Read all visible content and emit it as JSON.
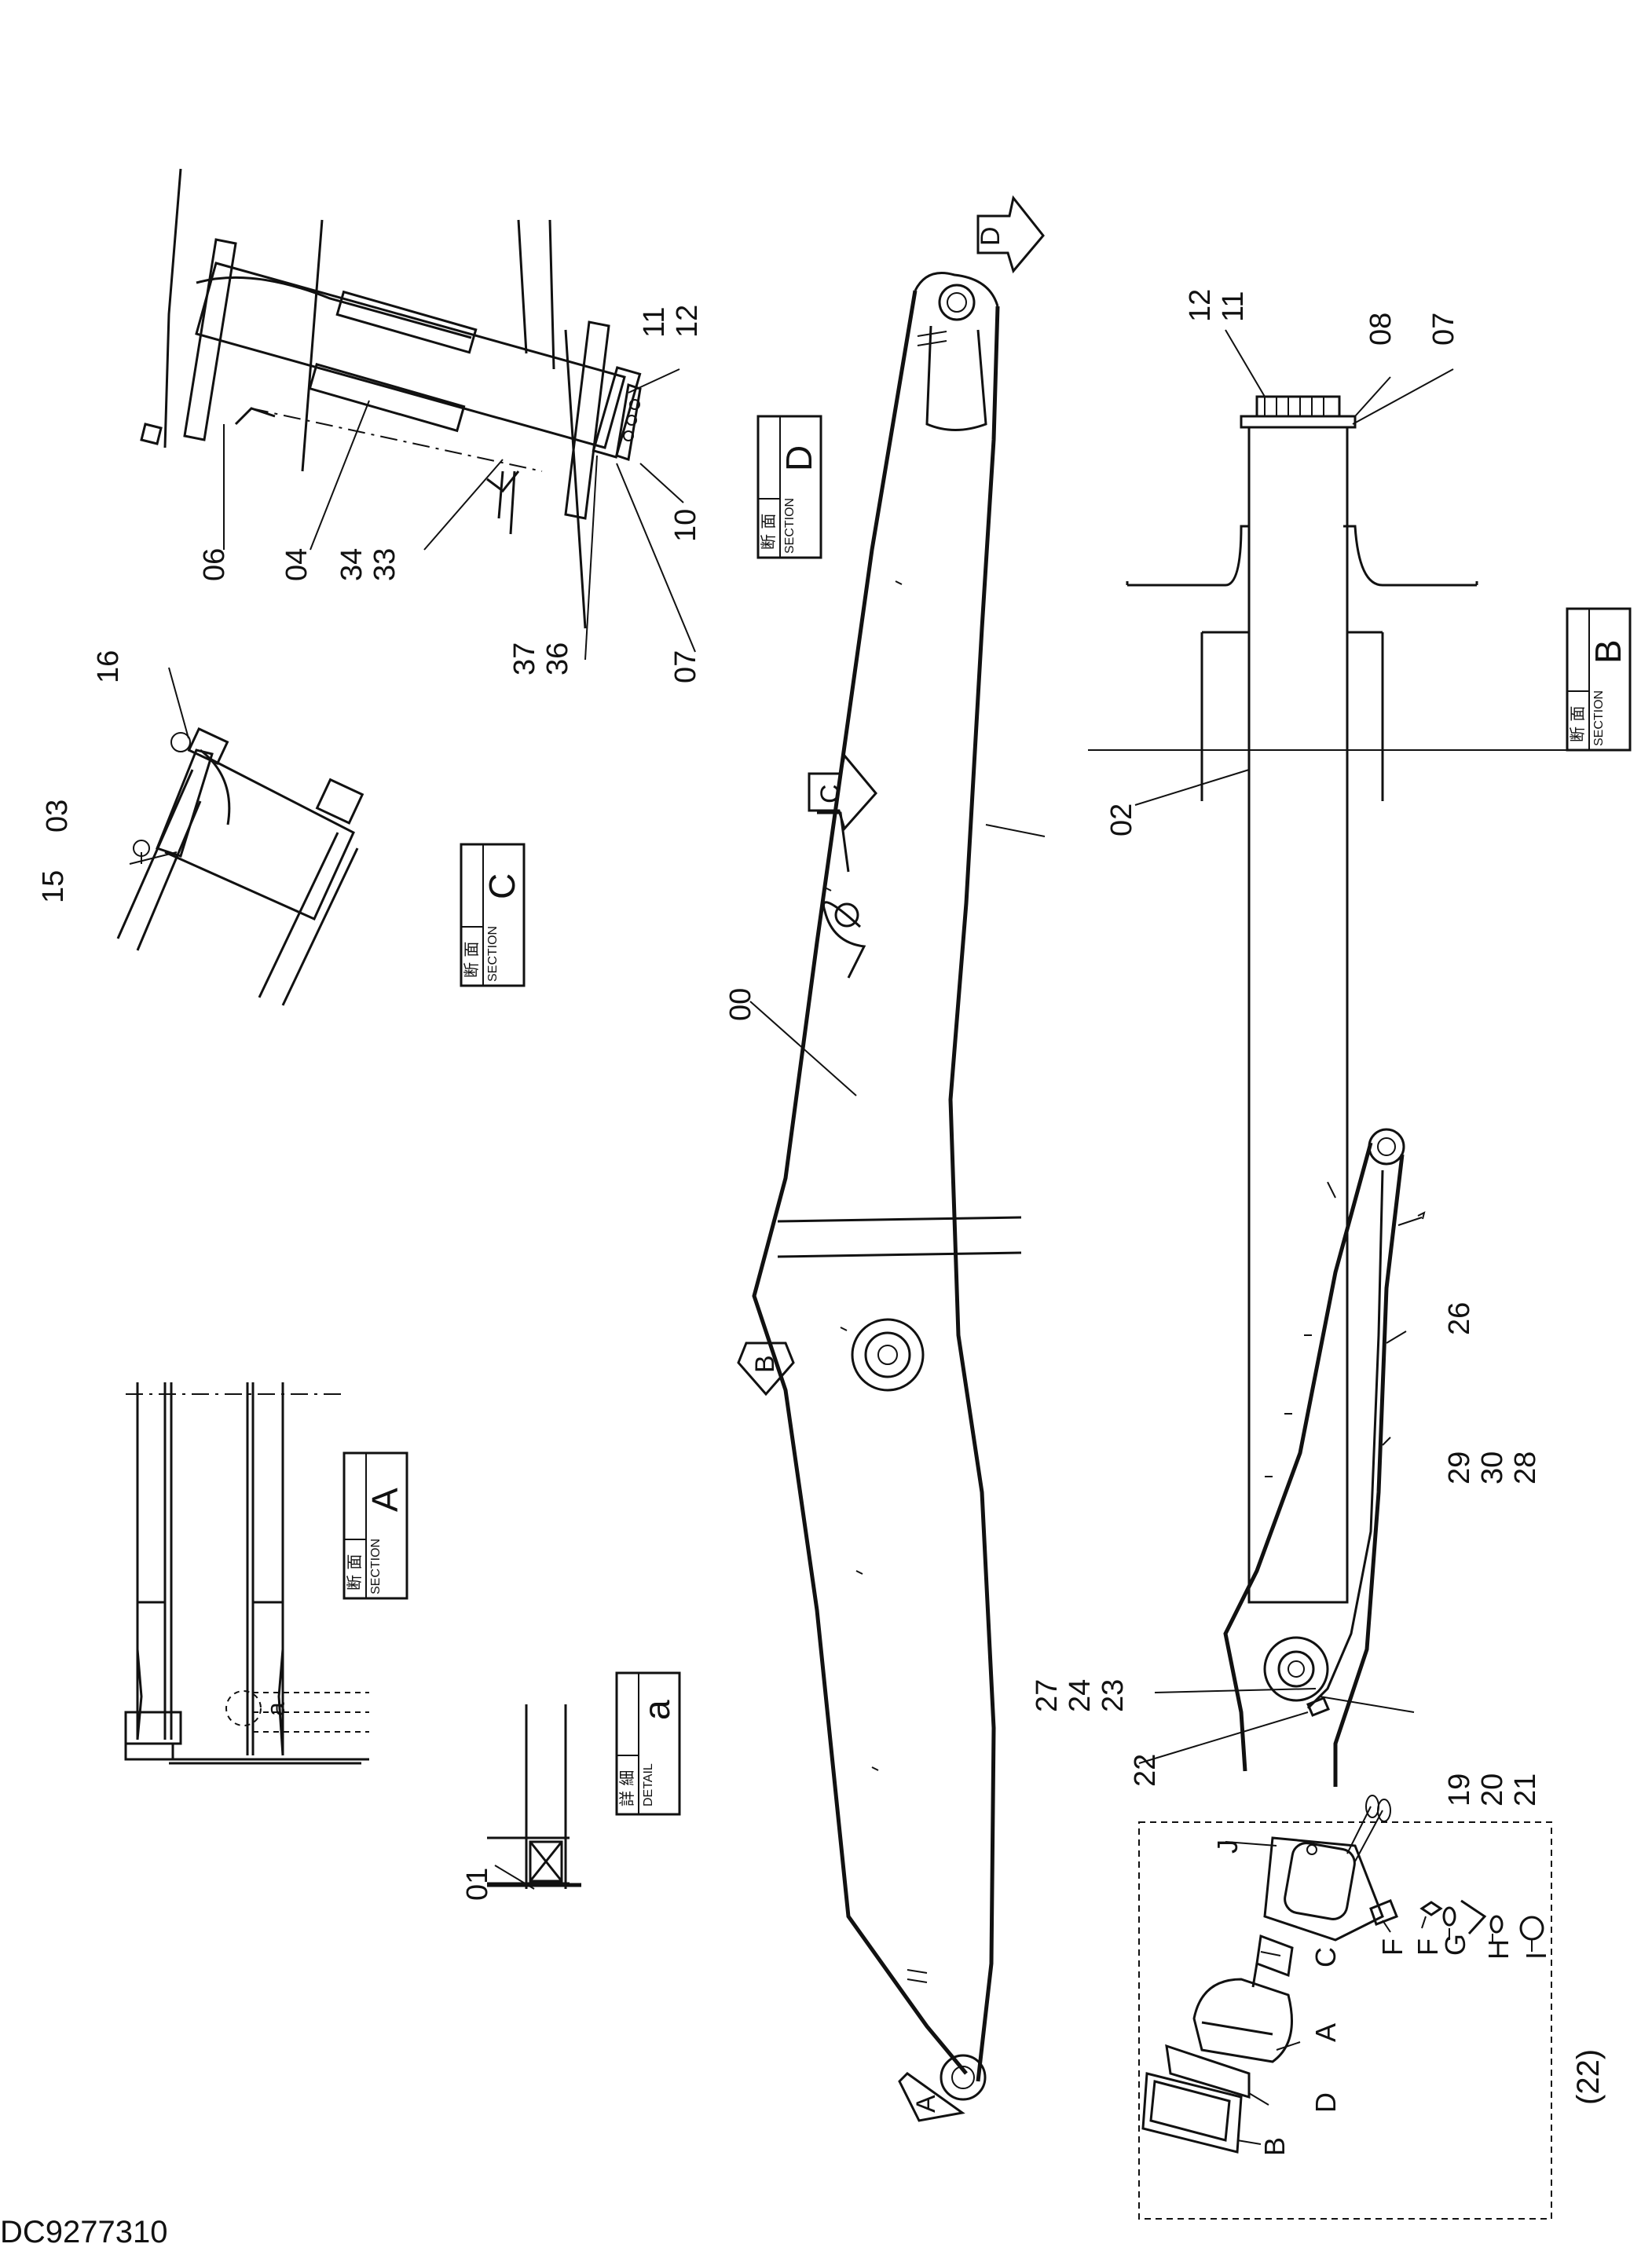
{
  "drawing_number": "DC9277310",
  "section_boxes": {
    "a": {
      "jp": "詳 細",
      "en": "DETAIL",
      "letter": "a"
    },
    "A": {
      "jp": "断 面",
      "en": "SECTION",
      "letter": "A"
    },
    "B": {
      "jp": "断 面",
      "en": "SECTION",
      "letter": "B"
    },
    "C": {
      "jp": "断 面",
      "en": "SECTION",
      "letter": "C"
    },
    "D": {
      "jp": "断 面",
      "en": "SECTION",
      "letter": "D"
    }
  },
  "view_markers": {
    "A": "A",
    "B": "B",
    "C": "C",
    "D": "D",
    "a": "a"
  },
  "part_numbers": {
    "p00": "00",
    "p01": "01",
    "p02": "02",
    "p03": "03",
    "p04": "04",
    "p06": "06",
    "p07_d": "07",
    "p07_b": "07",
    "p08": "08",
    "p10": "10",
    "p11_12_d": "11\n-\n12",
    "p12_11_b": "12\n-\n11",
    "p15": "15",
    "p16": "16",
    "p19_20_21": "19\n-\n20\n-\n21",
    "p22": "22",
    "p26": "26",
    "p27_24_23": "27\n-\n24\n-\n23",
    "p29_30_28": "29\n-\n30\n-\n28",
    "p33_34": "34\n-\n33",
    "p36_37": "37\n-\n36"
  },
  "kit": {
    "label": "(22)",
    "parts": {
      "A": "A",
      "B": "B",
      "C": "C",
      "D": "D",
      "F1": "F",
      "F2": "F",
      "G": "G",
      "H": "H",
      "I": "I",
      "J": "J"
    }
  }
}
